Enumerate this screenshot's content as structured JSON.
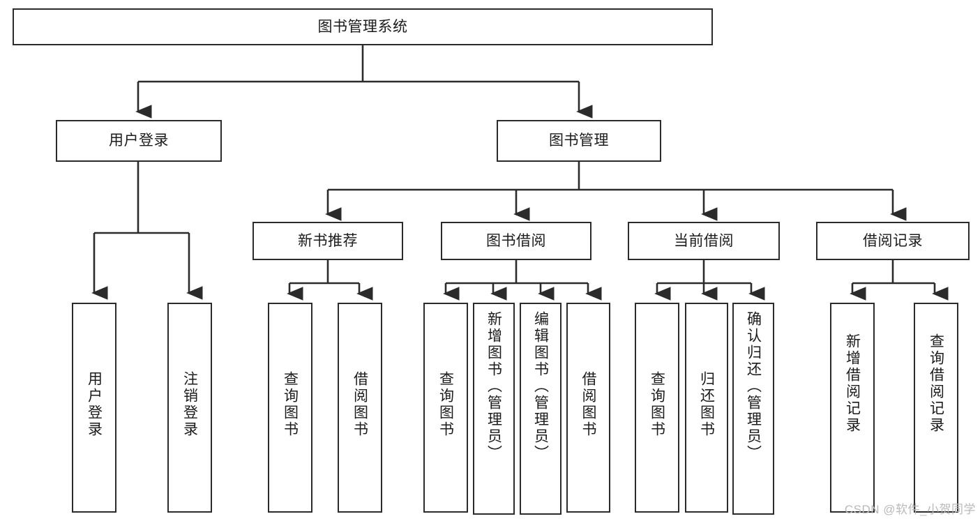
{
  "diagram": {
    "type": "tree-hierarchy",
    "title_node": {
      "id": "root",
      "label": "图书管理系统"
    },
    "level1": [
      {
        "id": "user-login",
        "label": "用户登录"
      },
      {
        "id": "book-management",
        "label": "图书管理"
      }
    ],
    "level2": [
      {
        "id": "new-book-recommend",
        "label": "新书推荐",
        "parent": "book-management"
      },
      {
        "id": "book-borrow",
        "label": "图书借阅",
        "parent": "book-management"
      },
      {
        "id": "current-borrow",
        "label": "当前借阅",
        "parent": "book-management"
      },
      {
        "id": "borrow-record",
        "label": "借阅记录",
        "parent": "book-management"
      }
    ],
    "leaves": {
      "user_login": [
        {
          "id": "leaf-user-login",
          "label": "用户登录"
        },
        {
          "id": "leaf-user-logout",
          "label": "注销登录"
        }
      ],
      "new_book_recommend": [
        {
          "id": "leaf-query-book-1",
          "label": "查询图书"
        },
        {
          "id": "leaf-borrow-book-1",
          "label": "借阅图书"
        }
      ],
      "book_borrow": [
        {
          "id": "leaf-query-book-2",
          "label": "查询图书"
        },
        {
          "id": "leaf-add-book",
          "label": "新增图书（管理员）"
        },
        {
          "id": "leaf-edit-book",
          "label": "编辑图书（管理员）"
        },
        {
          "id": "leaf-borrow-book-2",
          "label": "借阅图书"
        }
      ],
      "current_borrow": [
        {
          "id": "leaf-query-book-3",
          "label": "查询图书"
        },
        {
          "id": "leaf-return-book",
          "label": "归还图书"
        },
        {
          "id": "leaf-confirm-return",
          "label": "确认归还（管理员）"
        }
      ],
      "borrow_record": [
        {
          "id": "leaf-add-record",
          "label": "新增借阅记录"
        },
        {
          "id": "leaf-query-record",
          "label": "查询借阅记录"
        }
      ]
    },
    "colors": {
      "stroke": "#2b2b2b",
      "fill": "#ffffff",
      "text": "#1b1b1b",
      "watermark": "#b9b9b9"
    }
  },
  "watermark": {
    "text": "CSDN @软件_小贺同学"
  }
}
